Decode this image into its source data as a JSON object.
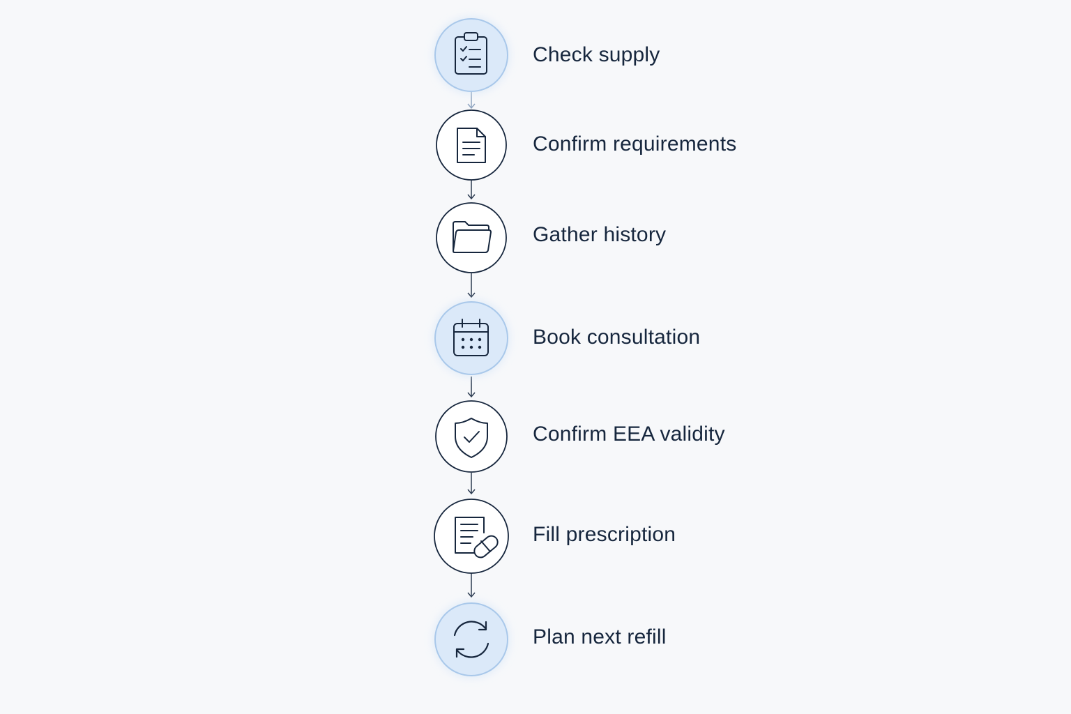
{
  "colors": {
    "background": "#f7f8fa",
    "icon_stroke": "#16263d",
    "connector": "#2b3a50",
    "connector_light": "#8fa5c0",
    "highlight_fill": "#dbe9f9",
    "highlight_border": "#a9c8ea",
    "plain_fill": "#ffffff",
    "plain_border": "#16263d",
    "label_text": "#16263d"
  },
  "steps": [
    {
      "label": "Check supply",
      "icon": "clipboard-checklist-icon",
      "highlighted": true
    },
    {
      "label": "Confirm requirements",
      "icon": "document-icon",
      "highlighted": false
    },
    {
      "label": "Gather history",
      "icon": "folder-icon",
      "highlighted": false
    },
    {
      "label": "Book consultation",
      "icon": "calendar-icon",
      "highlighted": true
    },
    {
      "label": "Confirm EEA validity",
      "icon": "shield-check-icon",
      "highlighted": false
    },
    {
      "label": "Fill prescription",
      "icon": "prescription-pill-icon",
      "highlighted": false
    },
    {
      "label": "Plan next refill",
      "icon": "refresh-cycle-icon",
      "highlighted": true
    }
  ]
}
